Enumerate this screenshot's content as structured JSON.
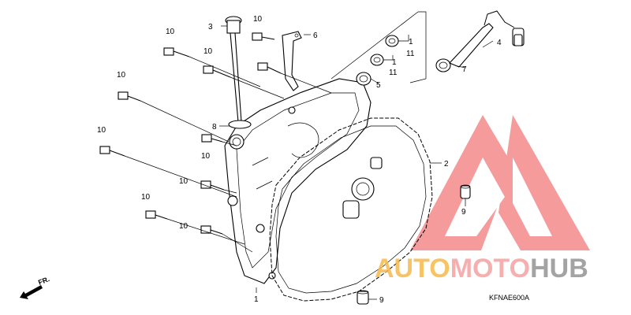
{
  "callouts": [
    {
      "id": "bolt-10-a",
      "text": "10"
    },
    {
      "id": "bolt-10-b",
      "text": "10"
    },
    {
      "id": "bolt-10-c",
      "text": "10"
    },
    {
      "id": "bolt-10-d",
      "text": "10"
    },
    {
      "id": "bolt-10-e",
      "text": "10"
    },
    {
      "id": "bolt-10-f",
      "text": "10"
    },
    {
      "id": "bolt-10-g",
      "text": "10"
    },
    {
      "id": "bolt-10-h",
      "text": "10"
    },
    {
      "id": "bolt-10-i",
      "text": "10"
    },
    {
      "id": "cap-3",
      "text": "3"
    },
    {
      "id": "oring-8",
      "text": "8"
    },
    {
      "id": "bracket-6",
      "text": "6"
    },
    {
      "id": "seal-1a",
      "text": "1"
    },
    {
      "id": "seal-11a",
      "text": "11"
    },
    {
      "id": "seal-1b",
      "text": "1"
    },
    {
      "id": "seal-11b",
      "text": "11"
    },
    {
      "id": "seal-5",
      "text": "5"
    },
    {
      "id": "cable-4",
      "text": "4"
    },
    {
      "id": "seal-7",
      "text": "7"
    },
    {
      "id": "gasket-2",
      "text": "2"
    },
    {
      "id": "dowel-9a",
      "text": "9"
    },
    {
      "id": "dowel-9b",
      "text": "9"
    },
    {
      "id": "cover-1",
      "text": "1"
    }
  ],
  "direction": {
    "label": "FR.",
    "icon": "forward-arrow-icon"
  },
  "drawing_code": "KFNAE600A",
  "watermark": {
    "part1": "AUTO",
    "part2": "MOTO",
    "part3": "HUB",
    "colors": {
      "auto": "#f6b94a",
      "moto": "#f5a0a0",
      "hub": "#9a9a9a",
      "logo": "#f07070"
    }
  }
}
